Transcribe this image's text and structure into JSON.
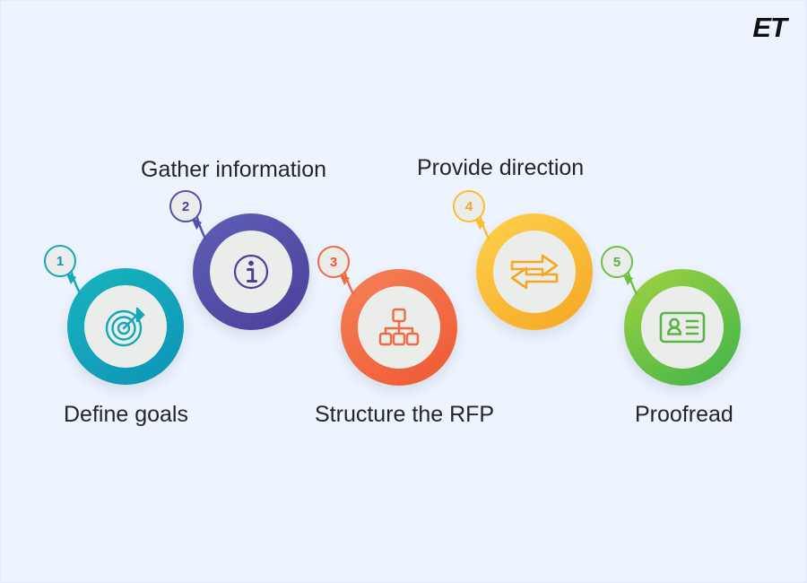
{
  "page": {
    "background_color": "#eef4fe",
    "logo_text": "ET",
    "logo_color": "#111111"
  },
  "steps": [
    {
      "number": "1",
      "label": "Define goals",
      "icon": "target-icon",
      "color_start": "#17b5bd",
      "color_end": "#0f92b8",
      "accent": "#12a8bb",
      "badge_text_color": "#0f95b5",
      "inner_color": "#ebedea"
    },
    {
      "number": "2",
      "label": "Gather information",
      "icon": "info-circle-icon",
      "color_start": "#5f5fb5",
      "color_end": "#4b3f99",
      "accent": "#5350a8",
      "badge_text_color": "#4b3f99",
      "inner_color": "#ebedea"
    },
    {
      "number": "3",
      "label": "Structure the RFP",
      "icon": "sitemap-icon",
      "color_start": "#f58158",
      "color_end": "#ef5833",
      "accent": "#f26a41",
      "badge_text_color": "#ef5833",
      "inner_color": "#ebedea"
    },
    {
      "number": "4",
      "label": "Provide direction",
      "icon": "exchange-arrows-icon",
      "color_start": "#ffd24d",
      "color_end": "#f5a623",
      "accent": "#fbbc2e",
      "badge_text_color": "#f5a623",
      "inner_color": "#ebedea"
    },
    {
      "number": "5",
      "label": "Proofread",
      "icon": "id-card-icon",
      "color_start": "#a2d241",
      "color_end": "#3cb44a",
      "accent": "#6ec23f",
      "badge_text_color": "#57b544",
      "inner_color": "#ebedea"
    }
  ]
}
